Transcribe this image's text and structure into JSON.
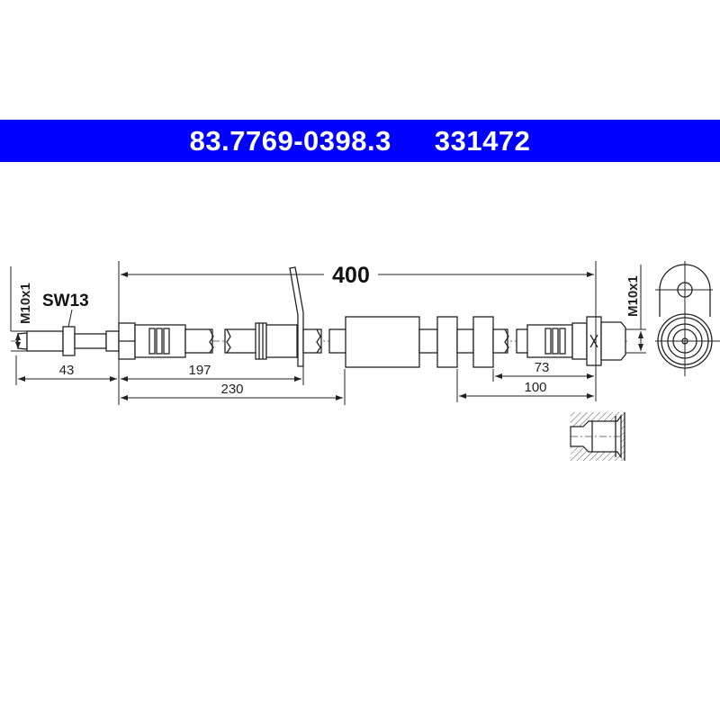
{
  "header": {
    "part_number": "83.7769-0398.3",
    "ref_number": "331472",
    "background_color": "#0000ff"
  },
  "drawing": {
    "overall_length": "400",
    "thread_left": "M10x1",
    "thread_right": "M10x1",
    "wrench_size": "SW13",
    "dim_43": "43",
    "dim_197": "197",
    "dim_230": "230",
    "dim_73": "73",
    "dim_100": "100"
  }
}
